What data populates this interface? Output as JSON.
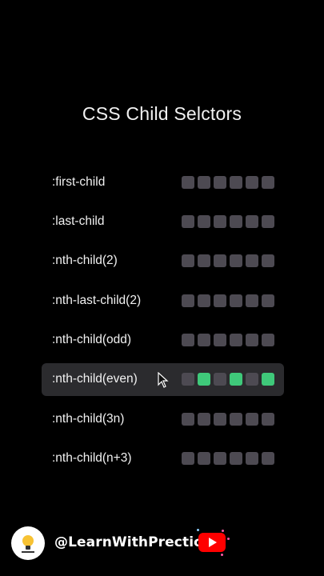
{
  "title": "CSS Child Selctors",
  "colors": {
    "background": "#000000",
    "box_default": "#4d4a52",
    "box_highlight": "#3fc97a",
    "active_row": "#2b2b2e",
    "youtube_red": "#ff0000"
  },
  "rows": [
    {
      "label": ":first-child",
      "active": false,
      "highlighted": []
    },
    {
      "label": ":last-child",
      "active": false,
      "highlighted": []
    },
    {
      "label": ":nth-child(2)",
      "active": false,
      "highlighted": []
    },
    {
      "label": ":nth-last-child(2)",
      "active": false,
      "highlighted": []
    },
    {
      "label": ":nth-child(odd)",
      "active": false,
      "highlighted": []
    },
    {
      "label": ":nth-child(even)",
      "active": true,
      "highlighted": [
        2,
        4,
        6
      ]
    },
    {
      "label": ":nth-child(3n)",
      "active": false,
      "highlighted": []
    },
    {
      "label": ":nth-child(n+3)",
      "active": false,
      "highlighted": []
    }
  ],
  "boxes_per_row": 6,
  "footer": {
    "handle": "@LearnWithPrectical",
    "logo_icon": "lightbulb-logo-icon",
    "youtube_icon": "youtube-play-icon"
  }
}
